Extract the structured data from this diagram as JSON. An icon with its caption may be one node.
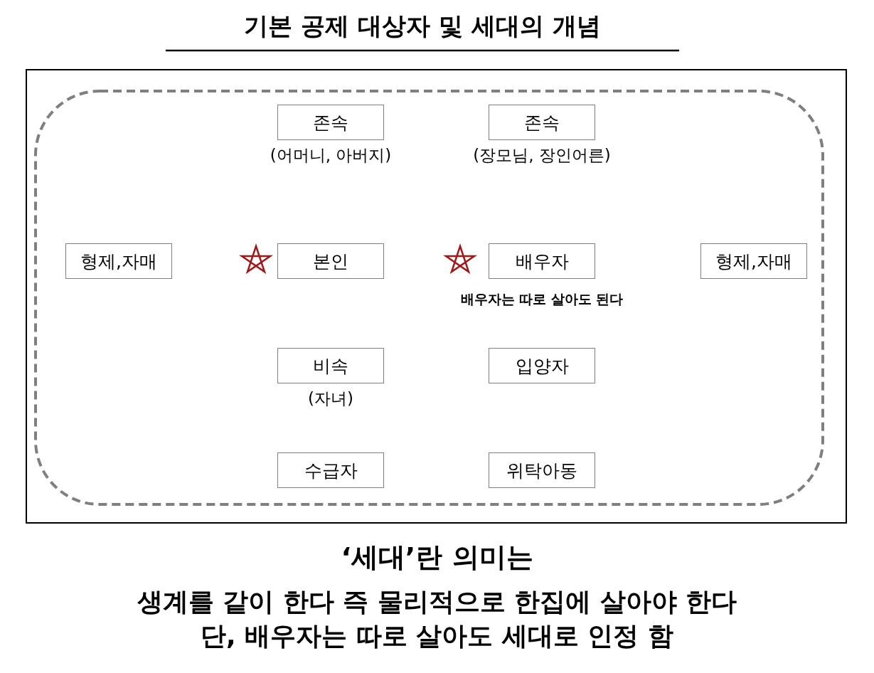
{
  "diagram": {
    "title": "기본 공제 대상자 및 세대의 개념",
    "nodes": [
      {
        "text": [
          "존속"
        ],
        "beside": [
          "(어머니, 아버지)"
        ]
      },
      {
        "text": [
          "존속"
        ],
        "beside": [
          "(장모님, 장인어른)"
        ]
      },
      {
        "text": [
          "형제,자매"
        ]
      },
      {
        "text": [
          "본인"
        ]
      },
      {
        "text": [
          "배우자"
        ],
        "beside": [
          "배우자는 따로 살아도 된다"
        ]
      },
      {
        "text": [
          "형제,자매"
        ]
      },
      {
        "text": [
          "비속"
        ],
        "beside": [
          "(자녀)"
        ]
      },
      {
        "text": [
          "입양자"
        ]
      },
      {
        "text": [
          "수급자"
        ]
      },
      {
        "text": [
          "위탁아동"
        ]
      }
    ],
    "labels": [
      "‘세대’란 의미는",
      "생계를 같이 한다 즉 물리적으로 한집에 살아야 한다",
      "단, 배우자는 따로 살아도 세대로 인정 함"
    ]
  }
}
